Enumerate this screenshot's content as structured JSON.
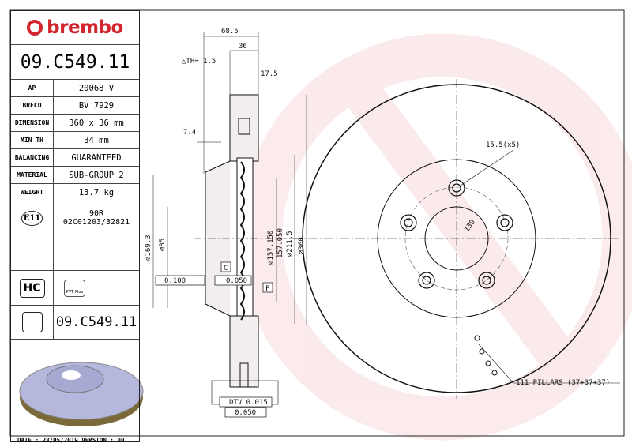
{
  "brand": {
    "name": "brembo",
    "color": "#d2262e"
  },
  "part_number": "09.C549.11",
  "specs": [
    {
      "label": "AP",
      "value": "20068 V"
    },
    {
      "label": "BRECO",
      "value": "BV 7929"
    },
    {
      "label": "DIMENSION",
      "value": "360 x 36 mm"
    },
    {
      "label": "MIN TH",
      "value": "34 mm"
    },
    {
      "label": "BALANCING",
      "value": "GUARANTEED"
    },
    {
      "label": "MATERIAL",
      "value": "SUB-GROUP 2"
    },
    {
      "label": "WEIGHT",
      "value": "13.7 kg"
    }
  ],
  "approval": {
    "mark": "E11",
    "code": "90R",
    "number": "02C01203/32821"
  },
  "badges": {
    "hc": "HC",
    "pvt": "PVT Plus"
  },
  "part_number_repeat": "09.C549.11",
  "footer": "DATE : 28/05/2019 VERSION : 00",
  "dimensions": {
    "overall_width": "68.5",
    "thickness": "36",
    "delta_th": "△TH= 1.5",
    "offset": "17.5",
    "hat": "7.4",
    "d169": "⌀169.3",
    "d85": "⌀85",
    "d157a": "⌀157.150",
    "d157b": "157.050",
    "d211": "⌀211.5",
    "d360": "⌀360",
    "hole": "15.5(x5)",
    "pcd": "130",
    "pillars": "111 PILLARS (37+37+37)",
    "parallel": "0.100",
    "datum_c": "C",
    "flatness": "0.050",
    "datum_f": "F",
    "dtv": "DTV 0.015",
    "runout": "0.050"
  }
}
